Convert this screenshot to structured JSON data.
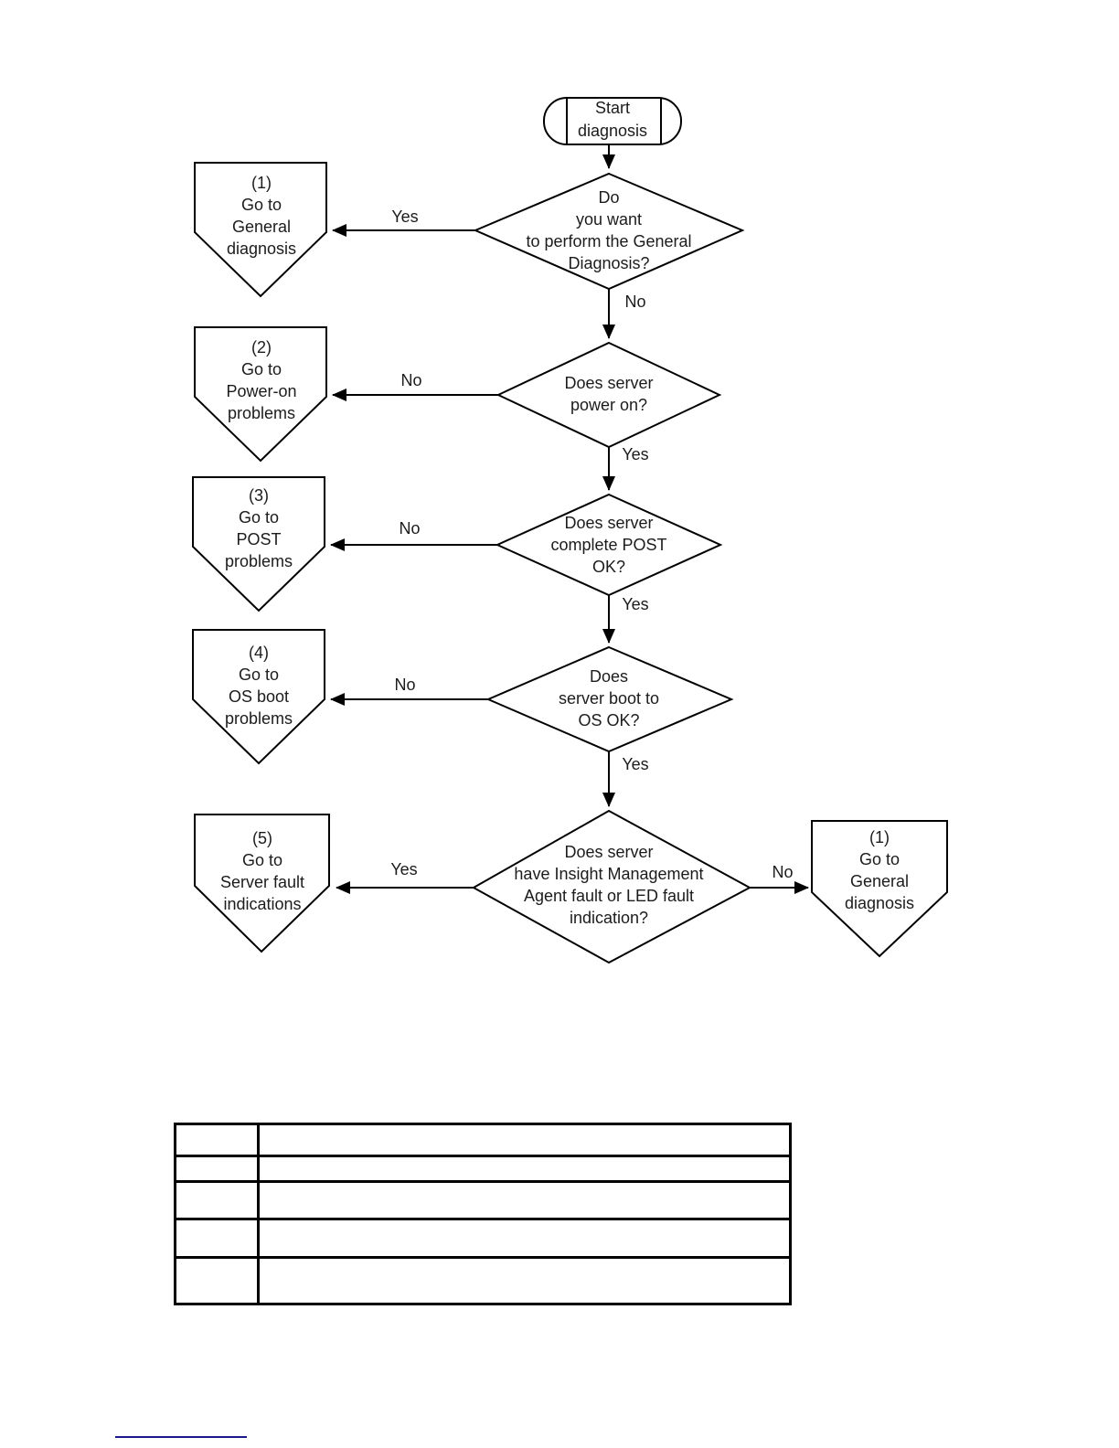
{
  "colors": {
    "ink": "#000000",
    "background": "#ffffff",
    "footer_rule": "#1a1a8c"
  },
  "flowchart": {
    "start": {
      "label": "Start\ndiagnosis"
    },
    "decisions": {
      "general": {
        "question": "Do\nyou want\nto perform the General\nDiagnosis?",
        "yes": "Yes",
        "no": "No"
      },
      "power_on": {
        "question": "Does server\npower on?",
        "yes": "Yes",
        "no": "No"
      },
      "post": {
        "question": "Does server\ncomplete POST\nOK?",
        "yes": "Yes",
        "no": "No"
      },
      "os_boot": {
        "question": "Does\nserver boot to\nOS OK?",
        "yes": "Yes",
        "no": "No"
      },
      "fault_indication": {
        "question": "Does server\nhave Insight Management\nAgent fault or LED fault\nindication?",
        "yes": "Yes",
        "no": "No"
      }
    },
    "connectors": {
      "general_left": {
        "label": "(1)\nGo to\nGeneral\ndiagnosis"
      },
      "power_on": {
        "label": "(2)\nGo to\nPower-on\nproblems"
      },
      "post": {
        "label": "(3)\nGo to\nPOST\nproblems"
      },
      "os_boot": {
        "label": "(4)\nGo to\nOS boot\nproblems"
      },
      "server_fault": {
        "label": "(5)\nGo to\nServer fault\nindications"
      },
      "general_right": {
        "label": "(1)\nGo to\nGeneral\ndiagnosis"
      }
    }
  },
  "table": {
    "rows": [
      [
        "",
        ""
      ],
      [
        "",
        ""
      ],
      [
        "",
        ""
      ],
      [
        "",
        ""
      ],
      [
        "",
        ""
      ]
    ]
  }
}
